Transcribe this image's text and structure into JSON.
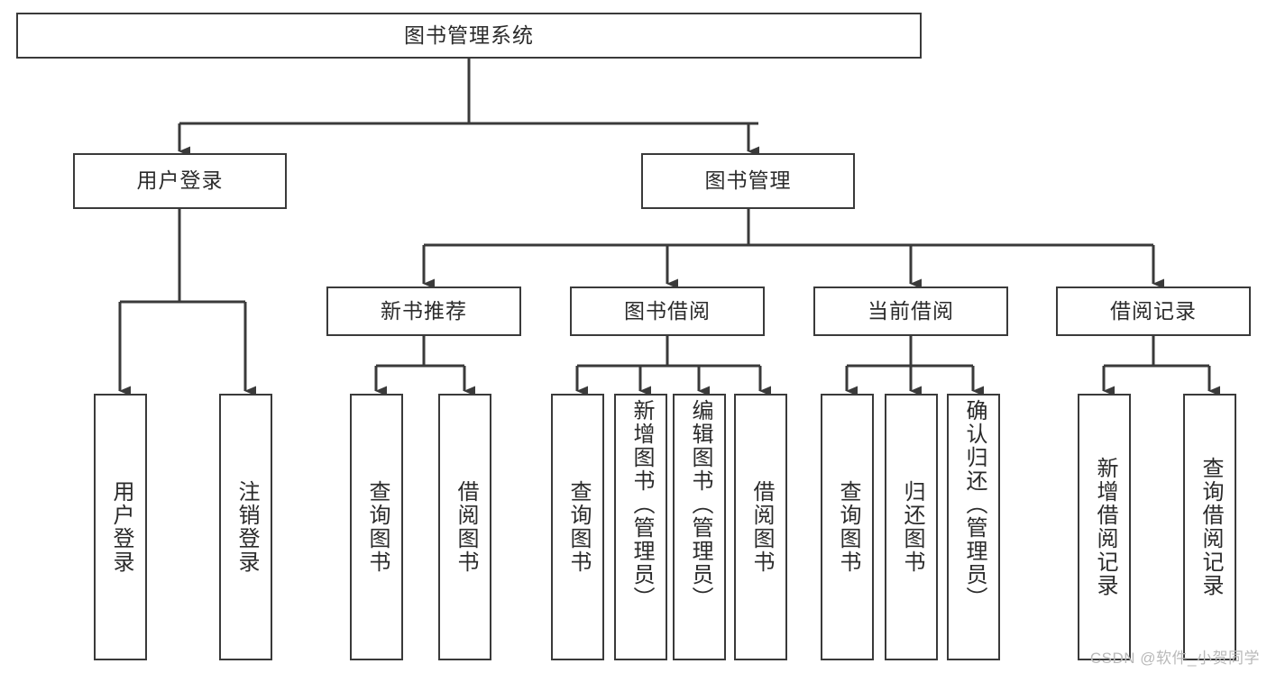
{
  "diagram": {
    "type": "tree-hierarchy",
    "title": "图书管理系统",
    "root": {
      "label": "图书管理系统"
    },
    "level2": [
      {
        "id": "user-login",
        "label": "用户登录"
      },
      {
        "id": "book-manage",
        "label": "图书管理"
      }
    ],
    "level3": [
      {
        "id": "new-book-rec",
        "label": "新书推荐",
        "parent": "book-manage"
      },
      {
        "id": "book-borrow",
        "label": "图书借阅",
        "parent": "book-manage"
      },
      {
        "id": "current-borrow",
        "label": "当前借阅",
        "parent": "book-manage"
      },
      {
        "id": "borrow-record",
        "label": "借阅记录",
        "parent": "book-manage"
      }
    ],
    "leaves": {
      "user_login": [
        {
          "id": "leaf-user-login",
          "label": "用户登录"
        },
        {
          "id": "leaf-user-logout",
          "label": "注销登录"
        }
      ],
      "new_book_rec": [
        {
          "id": "leaf-query-book-1",
          "label": "查询图书"
        },
        {
          "id": "leaf-borrow-book-1",
          "label": "借阅图书"
        }
      ],
      "book_borrow": [
        {
          "id": "leaf-query-book-2",
          "label": "查询图书"
        },
        {
          "id": "leaf-add-book",
          "label": "新增图书（管理员）"
        },
        {
          "id": "leaf-edit-book",
          "label": "编辑图书（管理员）"
        },
        {
          "id": "leaf-borrow-book-2",
          "label": "借阅图书"
        }
      ],
      "current_borrow": [
        {
          "id": "leaf-query-book-3",
          "label": "查询图书"
        },
        {
          "id": "leaf-return-book",
          "label": "归还图书"
        },
        {
          "id": "leaf-confirm-return",
          "label": "确认归还（管理员）"
        }
      ],
      "borrow_record": [
        {
          "id": "leaf-add-record",
          "label": "新增借阅记录"
        },
        {
          "id": "leaf-query-record",
          "label": "查询借阅记录"
        }
      ]
    }
  },
  "watermark": {
    "text": "CSDN @软件_小贺同学"
  },
  "colors": {
    "border": "#3a3a3a",
    "line": "#3a3a3a",
    "text": "#2b2b2b",
    "background": "#ffffff",
    "watermark": "#b9b9b9"
  }
}
